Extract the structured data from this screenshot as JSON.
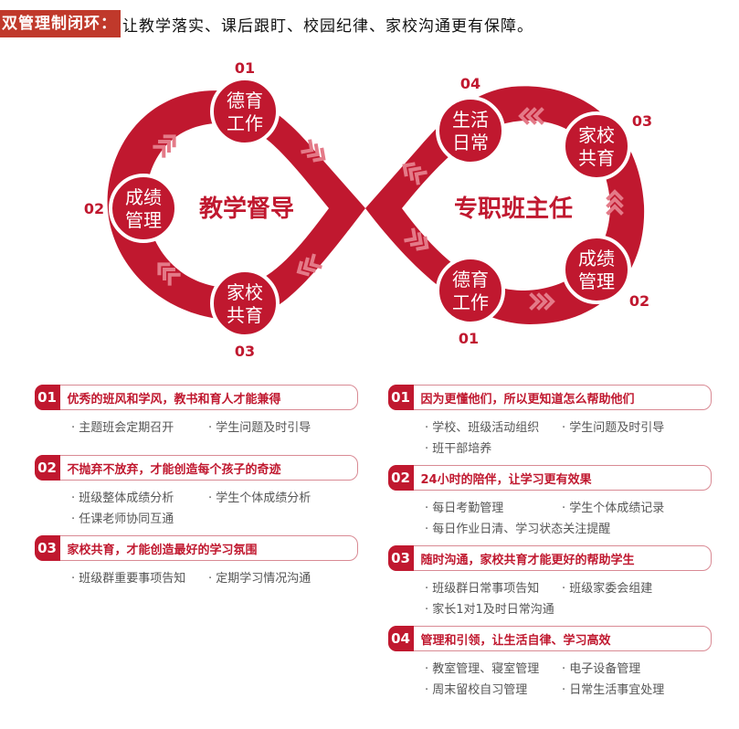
{
  "header": {
    "tag": "双管理制闭环：",
    "description": "让教学落实、课后跟盯、校园纪律、家校沟通更有保障。"
  },
  "colors": {
    "primary_red": "#c0182f",
    "tag_red": "#c0392b",
    "chevron_pink": "#e47a88",
    "item_gray": "#555555"
  },
  "diagram": {
    "left_loop": {
      "title": "教学督导",
      "nodes": [
        {
          "number": "01",
          "line1": "德育",
          "line2": "工作"
        },
        {
          "number": "02",
          "line1": "成绩",
          "line2": "管理"
        },
        {
          "number": "03",
          "line1": "家校",
          "line2": "共育"
        }
      ]
    },
    "right_loop": {
      "title": "专职班主任",
      "nodes": [
        {
          "number": "01",
          "line1": "德育",
          "line2": "工作"
        },
        {
          "number": "02",
          "line1": "成绩",
          "line2": "管理"
        },
        {
          "number": "03",
          "line1": "家校",
          "line2": "共育"
        },
        {
          "number": "04",
          "line1": "生活",
          "line2": "日常"
        }
      ]
    },
    "chevron_icons": [
      "chevron-right-icon",
      "chevron-left-icon",
      "chevron-up-icon"
    ]
  },
  "left_column": [
    {
      "number": "01",
      "title": "优秀的班风和学风，教书和育人才能兼得",
      "items": [
        "· 主题班会定期召开",
        "· 学生问题及时引导"
      ]
    },
    {
      "number": "02",
      "title": "不抛弃不放弃，才能创造每个孩子的奇迹",
      "items": [
        "· 班级整体成绩分析",
        "· 学生个体成绩分析",
        "· 任课老师协同互通"
      ]
    },
    {
      "number": "03",
      "title": "家校共育，才能创造最好的学习氛围",
      "items": [
        "· 班级群重要事项告知",
        "· 定期学习情况沟通"
      ]
    }
  ],
  "right_column": [
    {
      "number": "01",
      "title": "因为更懂他们，所以更知道怎么帮助他们",
      "items": [
        "· 学校、班级活动组织",
        "· 学生问题及时引导",
        "· 班干部培养"
      ]
    },
    {
      "number": "02",
      "title": "24小时的陪伴，让学习更有效果",
      "items": [
        "· 每日考勤管理",
        "· 学生个体成绩记录",
        "· 每日作业日清、学习状态关注提醒"
      ]
    },
    {
      "number": "03",
      "title": "随时沟通，家校共育才能更好的帮助学生",
      "items": [
        "· 班级群日常事项告知",
        "· 班级家委会组建",
        "· 家长1对1及时日常沟通"
      ]
    },
    {
      "number": "04",
      "title": "管理和引领，让生活自律、学习高效",
      "items": [
        "· 教室管理、寝室管理",
        "· 电子设备管理",
        "· 周末留校自习管理",
        "· 日常生活事宜处理"
      ]
    }
  ]
}
